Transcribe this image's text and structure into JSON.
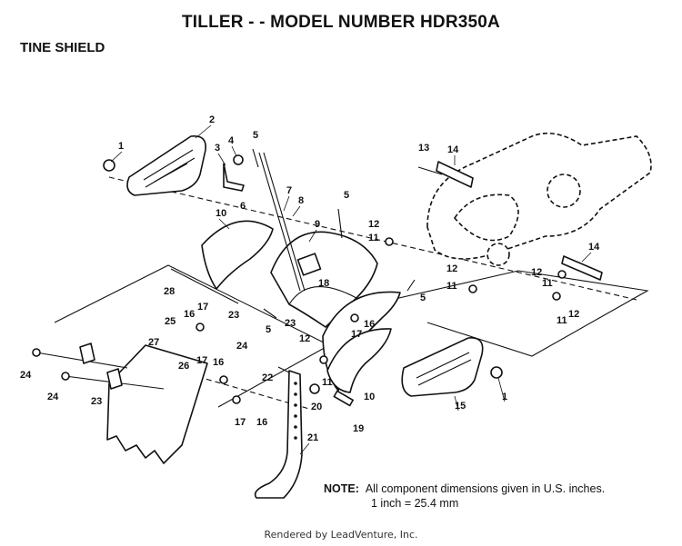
{
  "header": {
    "title": "TILLER - - MODEL NUMBER HDR350A",
    "subtitle": "TINE SHIELD"
  },
  "note": {
    "label": "NOTE:",
    "line1": "All component dimensions given in U.S. inches.",
    "line2": "1 inch = 25.4 mm"
  },
  "footer": {
    "text": "Rendered by LeadVenture, Inc."
  },
  "callouts": [
    "1",
    "2",
    "3",
    "4",
    "5",
    "6",
    "7",
    "8",
    "9",
    "10",
    "5",
    "12",
    "11",
    "13",
    "14",
    "28",
    "17",
    "16",
    "25",
    "23",
    "5",
    "18",
    "5",
    "12",
    "11",
    "14",
    "12",
    "11",
    "12",
    "11",
    "16",
    "17",
    "23",
    "12",
    "24",
    "27",
    "26",
    "17",
    "16",
    "22",
    "11",
    "10",
    "15",
    "1",
    "24",
    "23",
    "24",
    "17",
    "16",
    "20",
    "19",
    "21"
  ],
  "colors": {
    "ink": "#111111",
    "paper": "#ffffff"
  }
}
